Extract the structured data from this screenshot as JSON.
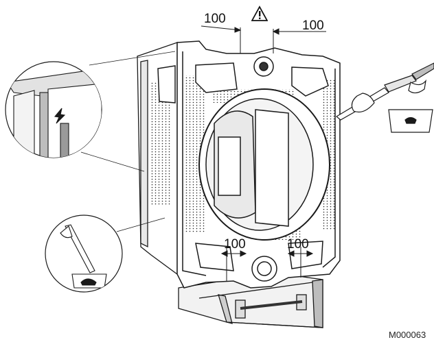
{
  "dimensions": {
    "top_left": "100",
    "top_right": "100",
    "bottom_left": "100",
    "bottom_right": "100"
  },
  "reference_code": "M000063",
  "icons": {
    "warning": "warning-triangle-icon"
  },
  "colors": {
    "line": "#1a1a1a",
    "face": "#ffffff",
    "shade": "#d9d9d9",
    "dark": "#555555"
  }
}
